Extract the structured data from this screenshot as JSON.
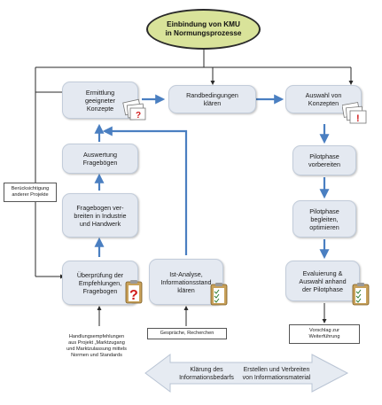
{
  "title": {
    "line1": "Einbindung von KMU",
    "line2": "in Normungsprozesse"
  },
  "boxes": {
    "ermittlung": "Ermittlung\ngeeigneter\nKonzepte",
    "randbedingungen": "Randbedingungen\nklären",
    "auswahl": "Auswahl von\nKonzepten",
    "auswertung": "Auswertung\nFragebögen",
    "fragebogen": "Fragebogen ver-\nbreiten in Industrie\nund Handwerk",
    "ueberpruefung": "Überprüfung der\nEmpfehlungen,\nFragebogen",
    "ist_analyse": "Ist-Analyse,\nInformationsstand\nklären",
    "pilot_vorbereiten": "Pilotphase\nvorbereiten",
    "pilot_begleiten": "Pilotphase\nbegleiten,\noptimieren",
    "evaluierung": "Evaluierung &\nAuswahl anhand\nder Pilotphase"
  },
  "notes": {
    "beruecksichtigung": "Berücksichtigung\nanderer Projekte",
    "handlungsempfehlungen": "Handlungsempfehlungen\naus Projekt „Marktzugang\nund Marktzulassung mittels\nNormen und Standards",
    "gespraeche": "Gespräche, Recherchen",
    "vorschlag": "Vorschlag zur\nWeiterführung"
  },
  "bottom_arrow": {
    "left": "Klärung des\nInformationsbedarfs",
    "right": "Erstellen und Verbreiten\nvon Informationsmaterial"
  },
  "colors": {
    "box_fill": "#e4e9f1",
    "title_fill": "#d9e39a",
    "flow_arrow": "#4a7fc1",
    "line": "#2a2a2a",
    "bottom_arrow_fill": "#e6ebf2"
  }
}
